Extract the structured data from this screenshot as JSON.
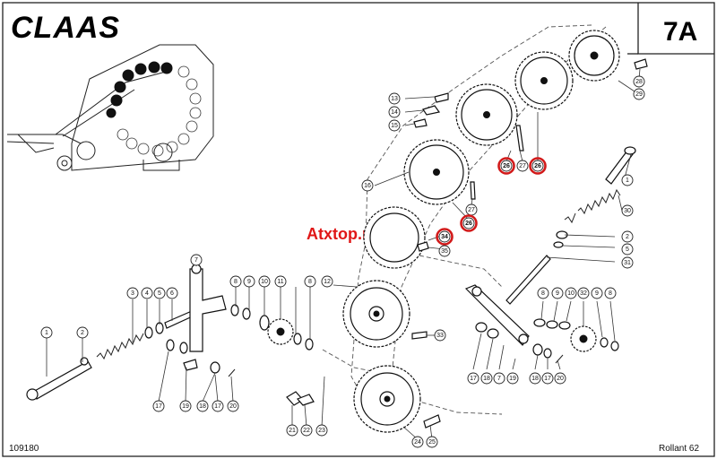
{
  "header": {
    "brand": "CLAAS",
    "page_number": "7A"
  },
  "footer": {
    "drawing_number": "109180",
    "model": "Rollant 62"
  },
  "watermark": "Atxtop.ru",
  "colors": {
    "highlight": "#d21a1a",
    "watermark": "#e01717",
    "line": "#111111"
  },
  "callouts": [
    {
      "label": "1"
    },
    {
      "label": "2"
    },
    {
      "label": "3"
    },
    {
      "label": "4"
    },
    {
      "label": "5"
    },
    {
      "label": "6"
    },
    {
      "label": "7"
    },
    {
      "label": "8"
    },
    {
      "label": "9"
    },
    {
      "label": "10"
    },
    {
      "label": "11"
    },
    {
      "label": "8"
    },
    {
      "label": "12"
    },
    {
      "label": "13"
    },
    {
      "label": "14"
    },
    {
      "label": "15"
    },
    {
      "label": "16"
    },
    {
      "label": "17"
    },
    {
      "label": "19"
    },
    {
      "label": "18"
    },
    {
      "label": "17"
    },
    {
      "label": "20"
    },
    {
      "label": "21"
    },
    {
      "label": "22"
    },
    {
      "label": "23"
    },
    {
      "label": "24"
    },
    {
      "label": "25"
    },
    {
      "label": "26",
      "highlighted": true
    },
    {
      "label": "27"
    },
    {
      "label": "26",
      "highlighted": true
    },
    {
      "label": "28"
    },
    {
      "label": "29"
    },
    {
      "label": "27"
    },
    {
      "label": "26",
      "highlighted": true
    },
    {
      "label": "34",
      "highlighted": true
    },
    {
      "label": "35"
    },
    {
      "label": "33"
    },
    {
      "label": "1"
    },
    {
      "label": "30"
    },
    {
      "label": "2"
    },
    {
      "label": "5"
    },
    {
      "label": "31"
    },
    {
      "label": "8"
    },
    {
      "label": "9"
    },
    {
      "label": "10"
    },
    {
      "label": "32"
    },
    {
      "label": "9"
    },
    {
      "label": "8"
    },
    {
      "label": "17"
    },
    {
      "label": "18"
    },
    {
      "label": "7"
    },
    {
      "label": "19"
    },
    {
      "label": "18"
    },
    {
      "label": "17"
    },
    {
      "label": "20"
    }
  ]
}
